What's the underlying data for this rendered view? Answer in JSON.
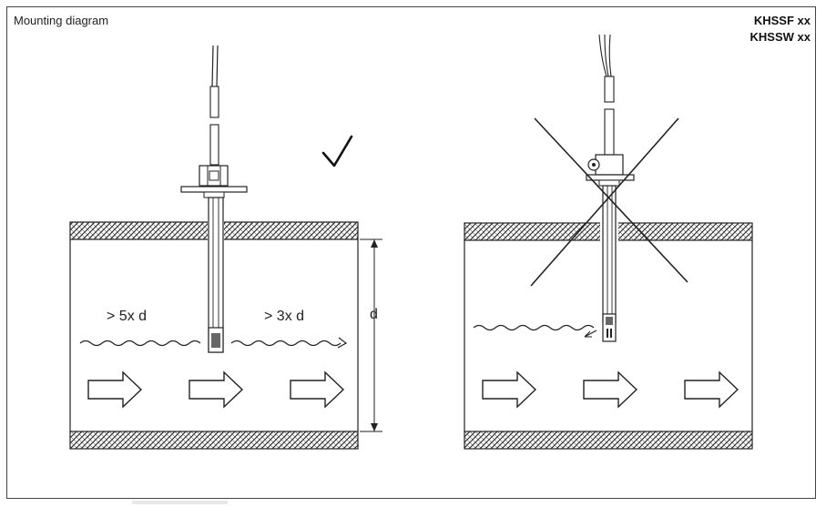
{
  "header": {
    "title": "Mounting diagram",
    "models": [
      "KHSSF xx",
      "KHSSW xx"
    ]
  },
  "left_diagram": {
    "upstream_label": "> 5x d",
    "downstream_label": "> 3x d",
    "diameter_label": "d",
    "mark": "correct-checkmark"
  },
  "right_diagram": {
    "mark": "incorrect-cross"
  },
  "colors": {
    "line": "#222222",
    "frame": "#444444"
  }
}
